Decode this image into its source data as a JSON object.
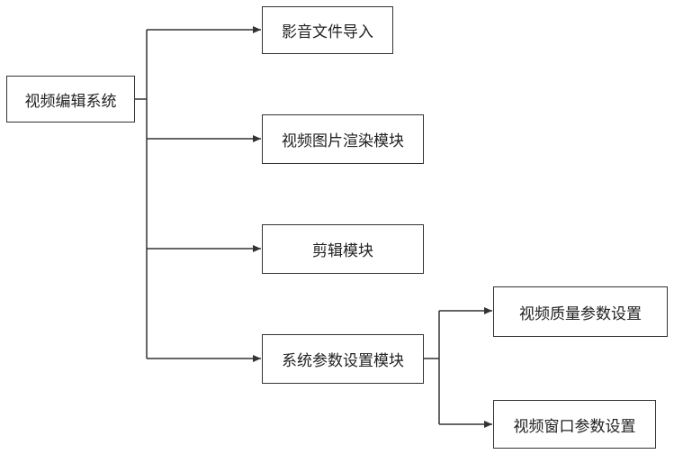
{
  "diagram": {
    "root": {
      "label": "视频编辑系统"
    },
    "children": [
      {
        "label": "影音文件导入"
      },
      {
        "label": "视频图片渲染模块"
      },
      {
        "label": "剪辑模块"
      },
      {
        "label": "系统参数设置模块",
        "children": [
          {
            "label": "视频质量参数设置"
          },
          {
            "label": "视频窗口参数设置"
          }
        ]
      }
    ],
    "colors": {
      "stroke": "#333333",
      "background": "#ffffff",
      "text": "#222222"
    }
  }
}
